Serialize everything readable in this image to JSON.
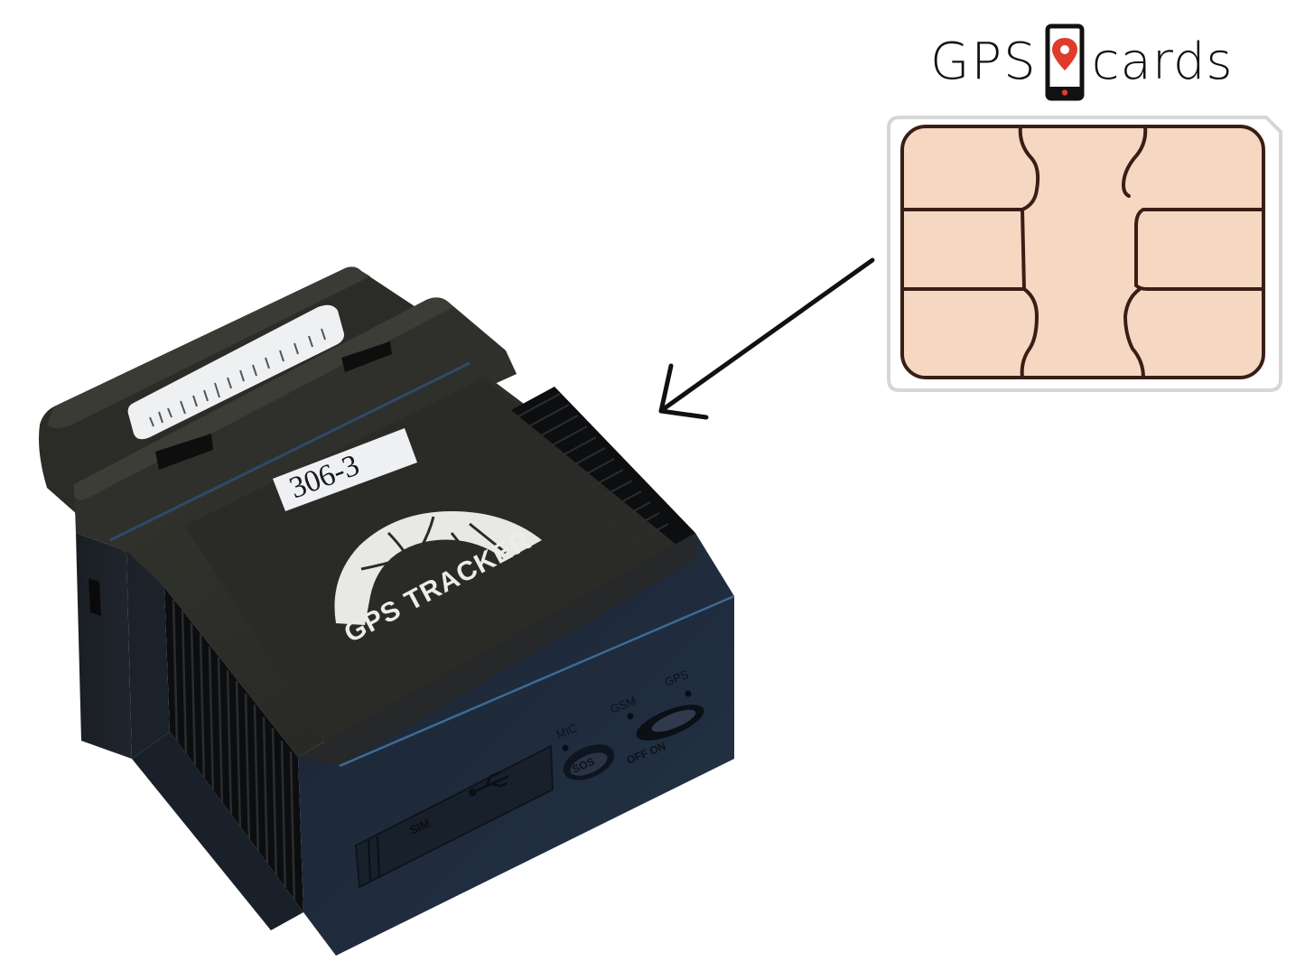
{
  "scene": {
    "description": "OBD GPS tracker device with a SIM card and an arrow pointing from the SIM card to the device",
    "background_color": "#ffffff"
  },
  "brand": {
    "word_left": "GPS",
    "word_right": "cards",
    "icon": "phone-location-pin-icon",
    "pin_color": "#e03a2a",
    "text_color": "#111111"
  },
  "sim_card": {
    "icon": "sim-chip-icon",
    "chip_color": "#f6d8c2",
    "contact_line_color": "#3a1e16",
    "card_color": "#ffffff",
    "card_border_color": "#d9d9d9"
  },
  "arrow": {
    "icon": "arrow-down-left-icon",
    "color": "#111111"
  },
  "device": {
    "body_color": "#26282a",
    "front_color": "#1f2a38",
    "model_label": "306-3",
    "logo_text": "GPS TRACKER",
    "led_labels": {
      "mic": "MIC",
      "gsm": "GSM",
      "gps": "GPS"
    },
    "switch_label": "OFF ON",
    "port_cover_label": "SIM",
    "usb_icon": "usb-icon",
    "sos_button_label": "SOS"
  }
}
